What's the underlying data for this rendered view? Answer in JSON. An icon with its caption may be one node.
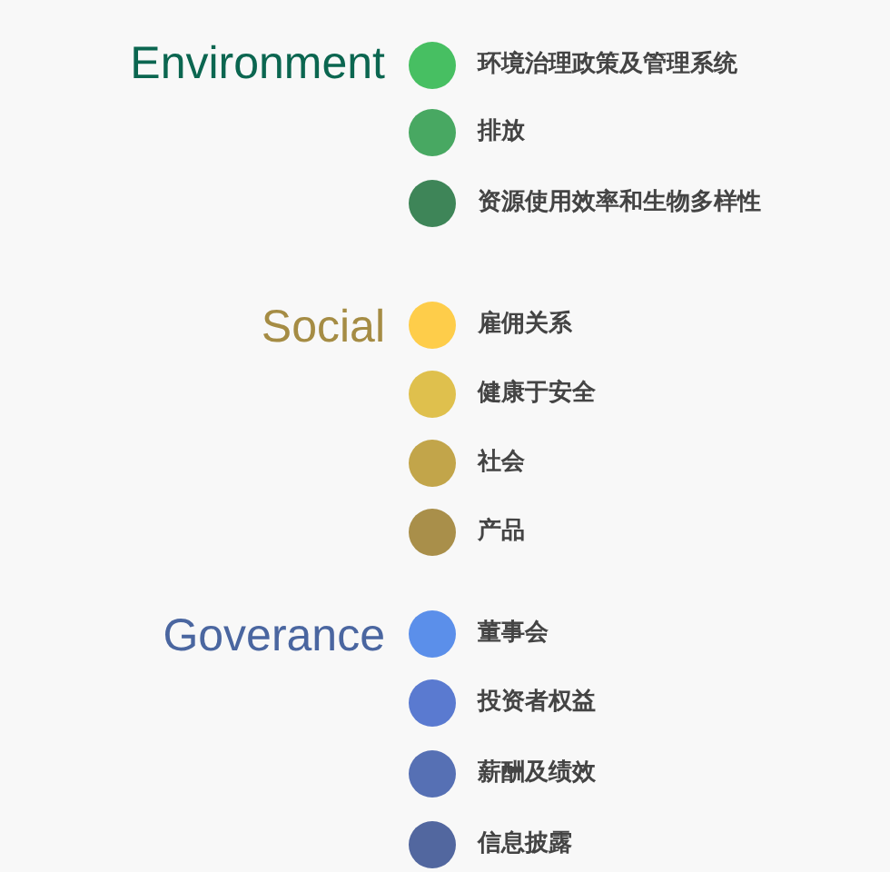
{
  "diagram": {
    "labels": [
      "Environment",
      "Social",
      "Goverance"
    ],
    "legend": [
      {
        "text": "环境治理政策及管理系统",
        "color": "#47bf62"
      },
      {
        "text": "排放",
        "color": "#48a862"
      },
      {
        "text": "资源使用效率和生物多样性",
        "color": "#3e8558"
      },
      {
        "text": "雇佣关系",
        "color": "#fecd4a"
      },
      {
        "text": "健康于安全",
        "color": "#dfc04d"
      },
      {
        "text": "社会",
        "color": "#c2a54a"
      },
      {
        "text": "产品",
        "color": "#a98f4a"
      },
      {
        "text": "董事会",
        "color": "#5b8fea"
      },
      {
        "text": "投资者权益",
        "color": "#5a7ad0"
      },
      {
        "text": "薪酬及绩效",
        "color": "#5670b4"
      },
      {
        "text": "信息披露",
        "color": "#52679f"
      }
    ]
  }
}
